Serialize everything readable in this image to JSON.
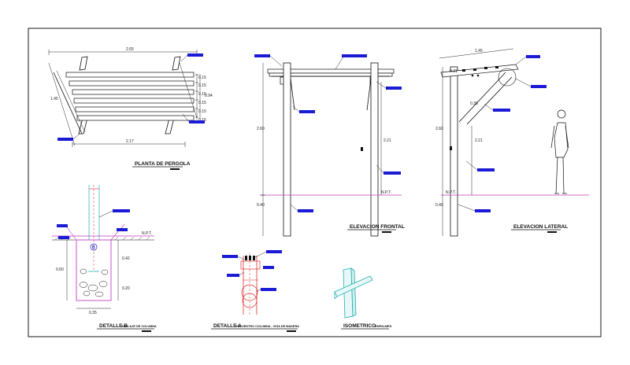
{
  "plan": {
    "title": "PLANTA DE PERGOLA",
    "dim_top": "2.65",
    "dim_bottom": "2.17",
    "dim_left": "1.45",
    "dim_right": "0.94",
    "dims_slats": [
      "0.15",
      "0.15",
      "0.15",
      "0.15",
      "0.15",
      "0.15"
    ]
  },
  "front": {
    "title": "ELEVACION FRONTAL",
    "dim_height": "2.60",
    "dim_inner": "2.21",
    "dim_base": "0.40",
    "npt": "N.P.T."
  },
  "side": {
    "title": "ELEVACION LATERAL",
    "dim_top": "1.45",
    "dim_height": "2.60",
    "dim_inner": "2.21",
    "dim_base": "0.40",
    "dim_a": "0.31",
    "dim_b": "0.35",
    "npt": "N.P.T."
  },
  "detail_b": {
    "title": "DETALLE B",
    "subtitle": "ANCLAJE DE COLUMNA",
    "dim_depth": "0.60",
    "dim_a": "0.42",
    "dim_b": "0.20",
    "dim_width": "0.35",
    "npt": "N.P.T.",
    "marker": "B"
  },
  "detail_a": {
    "title": "DETALLE A",
    "subtitle": "ENCUENTRO COLUMNA - VIGA DE MADERA"
  },
  "iso": {
    "title": "ISOMETRICO",
    "subtitle": "EMPALMES"
  },
  "colors": {
    "line": "#111111",
    "label_block": "#1b1bd6",
    "ground": "#c23dc2",
    "axis": "#1fb0b0",
    "detail": "#e03030"
  }
}
